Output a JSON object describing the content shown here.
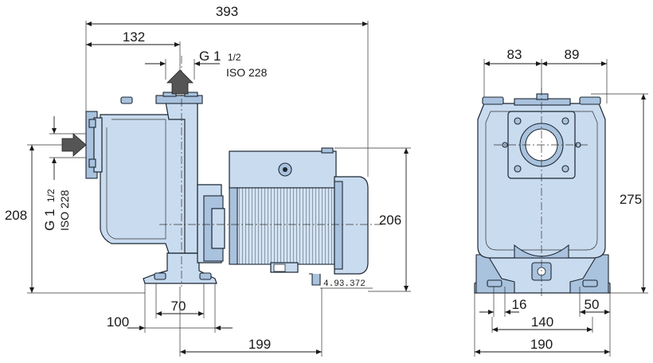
{
  "dimensions": {
    "overall_length": "393",
    "suction_to_outlet": "132",
    "outlet_connection_size": "G 1",
    "outlet_connection_fraction": "1/2",
    "outlet_connection_standard": "ISO 228",
    "inlet_connection_size": "G 1",
    "inlet_connection_fraction": "1/2",
    "inlet_connection_standard": "ISO 228",
    "height_to_inlet": "208",
    "motor_height": "206",
    "foot_width": "70",
    "foot_offset": "100",
    "foot_to_motor_end": "199",
    "outlet_left": "83",
    "outlet_right": "89",
    "front_height": "275",
    "bolt_offset": "16",
    "edge_offset": "50",
    "foot_hole_spacing": "140",
    "base_width": "190"
  },
  "motor_code": "4.93.372",
  "colors": {
    "pump_body": "#c9dbef",
    "pump_shadow": "#a9c2dd",
    "arrow": "#555555",
    "line": "#1a1a1a"
  },
  "icons": {
    "flow_arrow": "arrow-icon"
  }
}
